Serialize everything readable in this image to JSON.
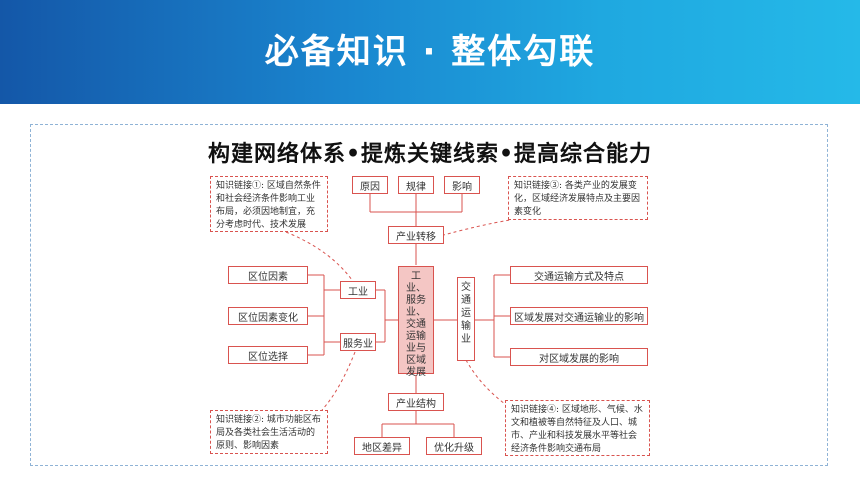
{
  "header": {
    "title": "必备知识 · 整体勾联"
  },
  "diagram": {
    "subtitle": "构建网络体系•提炼关键线索•提高综合能力",
    "center": "工业、服务业、交通运输业与区域发展",
    "top": {
      "hub": "产业转移",
      "items": [
        "原因",
        "规律",
        "影响"
      ]
    },
    "bottom": {
      "hub": "产业结构",
      "items": [
        "地区差异",
        "优化升级"
      ]
    },
    "left": {
      "hubs": [
        "工业",
        "服务业"
      ],
      "items": [
        "区位因素",
        "区位因素变化",
        "区位选择"
      ]
    },
    "right": {
      "hub": "交通运输业",
      "items": [
        "交通运输方式及特点",
        "区域发展对交通运输业的影响",
        "对区域发展的影响"
      ]
    },
    "notes": {
      "n1": "知识链接①: 区域自然条件和社会经济条件影响工业布局，必须因地制宜，充分考虑时代、技术发展",
      "n2": "知识链接②: 城市功能区布局及各类社会生活活动的原则、影响因素",
      "n3": "知识链接③: 各类产业的发展变化，区域经济发展特点及主要因素变化",
      "n4": "知识链接④: 区域地形、气候、水文和植被等自然特征及人口、城市、产业和科技发展水平等社会经济条件影响交通布局"
    },
    "colors": {
      "accent": "#d9534f",
      "center_fill": "#f4c6c4",
      "header": "#1a86cf"
    }
  }
}
